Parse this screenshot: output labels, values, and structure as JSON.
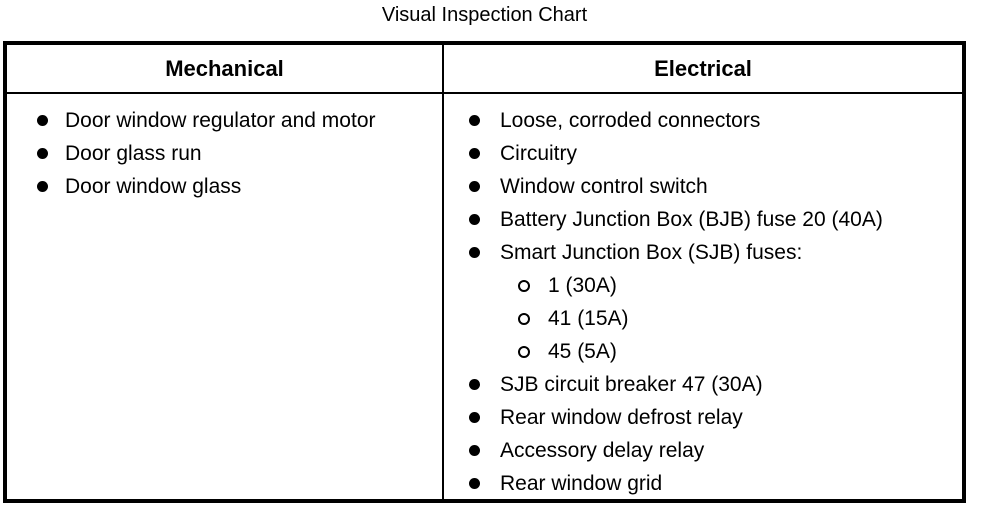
{
  "title": "Visual Inspection Chart",
  "colors": {
    "background": "#ffffff",
    "text": "#000000",
    "border": "#000000"
  },
  "table": {
    "columns": [
      {
        "id": "mechanical",
        "header": "Mechanical",
        "items": [
          {
            "label": "Door window regulator and motor",
            "level": 1
          },
          {
            "label": "Door glass run",
            "level": 1
          },
          {
            "label": "Door window glass",
            "level": 1
          }
        ]
      },
      {
        "id": "electrical",
        "header": "Electrical",
        "items": [
          {
            "label": "Loose, corroded connectors",
            "level": 1
          },
          {
            "label": "Circuitry",
            "level": 1
          },
          {
            "label": "Window control switch",
            "level": 1
          },
          {
            "label": "Battery Junction Box (BJB) fuse 20 (40A)",
            "level": 1
          },
          {
            "label": "Smart Junction Box (SJB) fuses:",
            "level": 1
          },
          {
            "label": "1 (30A)",
            "level": 2
          },
          {
            "label": "41 (15A)",
            "level": 2
          },
          {
            "label": "45 (5A)",
            "level": 2
          },
          {
            "label": "SJB circuit breaker 47 (30A)",
            "level": 1
          },
          {
            "label": "Rear window defrost relay",
            "level": 1
          },
          {
            "label": "Accessory delay relay",
            "level": 1
          },
          {
            "label": "Rear window grid",
            "level": 1
          }
        ]
      }
    ]
  }
}
